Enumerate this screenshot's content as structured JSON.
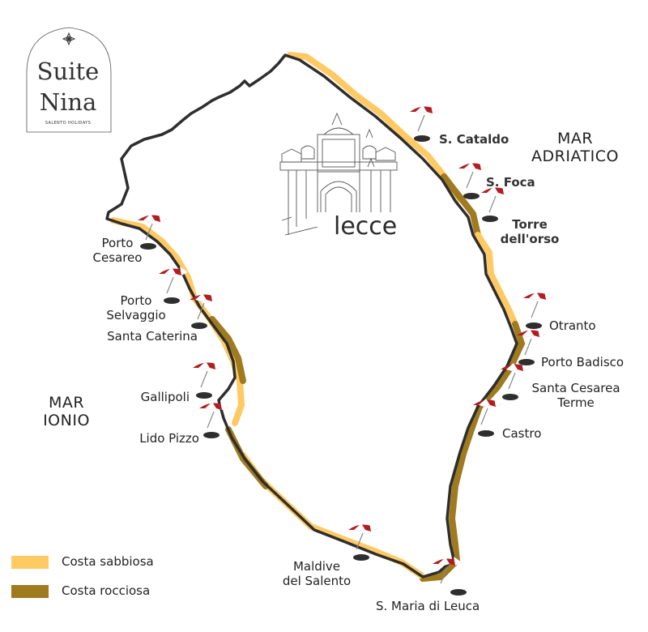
{
  "logo": {
    "line1": "Suite",
    "line2": "Nina",
    "tagline": "SALENTO HOLIDAYS"
  },
  "city": {
    "name": "lecce"
  },
  "seas": {
    "east_line1": "MAR",
    "east_line2": "ADRIATICO",
    "west_line1": "MAR",
    "west_line2": "IONIO"
  },
  "places": {
    "s_cataldo": "S. Cataldo",
    "s_foca": "S. Foca",
    "torre_line1": "Torre",
    "torre_line2": "dell'orso",
    "otranto": "Otranto",
    "porto_badisco": "Porto Badisco",
    "santa_cesarea_line1": "Santa Cesarea",
    "santa_cesarea_line2": "Terme",
    "castro": "Castro",
    "leuca": "S. Maria di Leuca",
    "maldive_line1": "Maldive",
    "maldive_line2": "del Salento",
    "lido_pizzo": "Lido Pizzo",
    "gallipoli": "Gallipoli",
    "santa_caterina": "Santa Caterina",
    "porto_selvaggio_line1": "Porto",
    "porto_selvaggio_line2": "Selvaggio",
    "porto_cesareo_line1": "Porto",
    "porto_cesareo_line2": "Cesareo"
  },
  "legend": {
    "sandy": {
      "label": "Costa sabbiosa",
      "color": "#FFC964"
    },
    "rocky": {
      "label": "Costa rocciosa",
      "color": "#A07A1E"
    }
  },
  "colors": {
    "outline": "#2e2e2e",
    "umbrella": "#B01E23",
    "marker": "#2e2e2e"
  },
  "icons": [
    "beach-umbrella-icon",
    "location-marker-icon",
    "compass-star-icon",
    "lecce-monument-icon"
  ]
}
